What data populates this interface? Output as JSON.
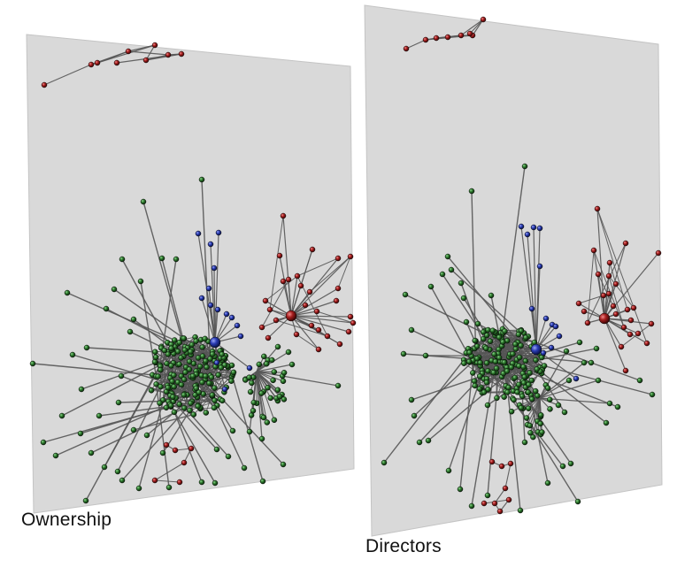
{
  "panels": [
    {
      "id": "ownership",
      "label": "Ownership"
    },
    {
      "id": "directors",
      "label": "Directors"
    }
  ],
  "colors": {
    "background": "#ffffff",
    "plane": "#d9d9d9",
    "plane_edge": "#bdbdbd",
    "edge": "#555555",
    "green_node": "#1f5a1f",
    "red_node": "#8b1515",
    "blue_node": "#1f2f9a",
    "caption_text": "#111111"
  },
  "node_groups": [
    "green",
    "red",
    "blue"
  ]
}
